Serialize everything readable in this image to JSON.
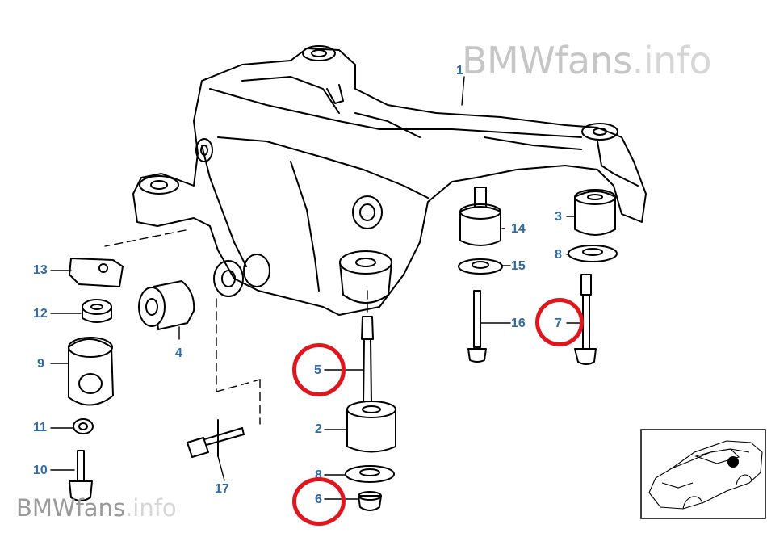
{
  "watermark": {
    "brand": "BMWfans",
    "suffix": ".info"
  },
  "parts": [
    {
      "id": "p1",
      "label": "1"
    },
    {
      "id": "p2",
      "label": "2"
    },
    {
      "id": "p3",
      "label": "3"
    },
    {
      "id": "p4",
      "label": "4"
    },
    {
      "id": "p5",
      "label": "5"
    },
    {
      "id": "p6",
      "label": "6"
    },
    {
      "id": "p7",
      "label": "7"
    },
    {
      "id": "p8a",
      "label": "8"
    },
    {
      "id": "p8b",
      "label": "8"
    },
    {
      "id": "p9",
      "label": "9"
    },
    {
      "id": "p10",
      "label": "10"
    },
    {
      "id": "p11",
      "label": "11"
    },
    {
      "id": "p12",
      "label": "12"
    },
    {
      "id": "p13",
      "label": "13"
    },
    {
      "id": "p14",
      "label": "14"
    },
    {
      "id": "p15",
      "label": "15"
    },
    {
      "id": "p16",
      "label": "16"
    },
    {
      "id": "p17",
      "label": "17"
    }
  ],
  "highlighted_parts": [
    "5",
    "6",
    "7"
  ],
  "colors": {
    "callout": "#2e6aa6",
    "highlight": "#e0161e",
    "line": "#000000"
  }
}
